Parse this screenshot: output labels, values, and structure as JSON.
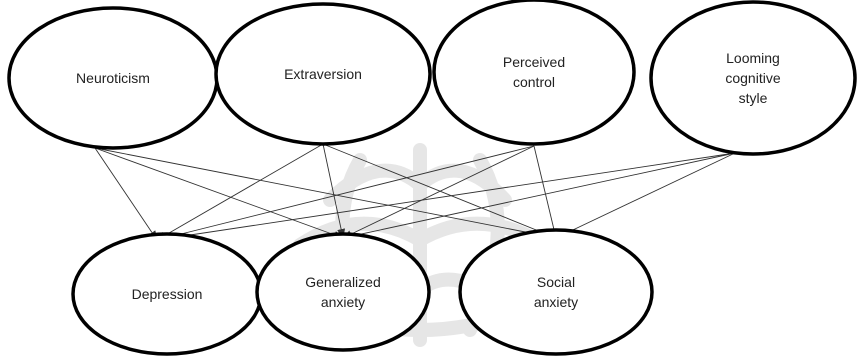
{
  "diagram": {
    "predictors": [
      {
        "id": "neuroticism",
        "lines": [
          "Neuroticism"
        ]
      },
      {
        "id": "extraversion",
        "lines": [
          "Extraversion"
        ]
      },
      {
        "id": "perceived-control",
        "lines": [
          "Perceived",
          "control"
        ]
      },
      {
        "id": "looming-cognitive-style",
        "lines": [
          "Looming",
          "cognitive",
          "style"
        ]
      }
    ],
    "outcomes": [
      {
        "id": "depression",
        "lines": [
          "Depression"
        ]
      },
      {
        "id": "generalized-anxiety",
        "lines": [
          "Generalized",
          "anxiety"
        ]
      },
      {
        "id": "social-anxiety",
        "lines": [
          "Social",
          "anxiety"
        ]
      }
    ],
    "edges": [
      {
        "from": "neuroticism",
        "to": "depression"
      },
      {
        "from": "neuroticism",
        "to": "generalized-anxiety"
      },
      {
        "from": "neuroticism",
        "to": "social-anxiety"
      },
      {
        "from": "extraversion",
        "to": "depression"
      },
      {
        "from": "extraversion",
        "to": "generalized-anxiety"
      },
      {
        "from": "extraversion",
        "to": "social-anxiety"
      },
      {
        "from": "perceived-control",
        "to": "depression"
      },
      {
        "from": "perceived-control",
        "to": "generalized-anxiety"
      },
      {
        "from": "perceived-control",
        "to": "social-anxiety"
      },
      {
        "from": "looming-cognitive-style",
        "to": "depression"
      },
      {
        "from": "looming-cognitive-style",
        "to": "generalized-anxiety"
      },
      {
        "from": "looming-cognitive-style",
        "to": "social-anxiety"
      }
    ],
    "colors": {
      "stroke": "#000000",
      "edge": "#333333",
      "watermark": "#e4e4e4",
      "background": "#ffffff"
    }
  }
}
